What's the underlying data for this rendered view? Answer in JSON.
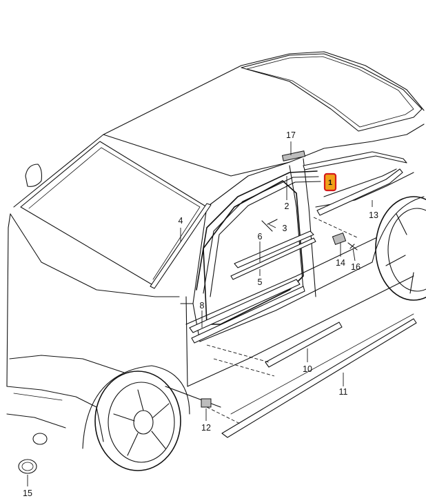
{
  "callouts": [
    {
      "id": "c1",
      "label": "1"
    },
    {
      "id": "c2",
      "label": "2"
    },
    {
      "id": "c3",
      "label": "3"
    },
    {
      "id": "c4",
      "label": "4"
    },
    {
      "id": "c5",
      "label": "5"
    },
    {
      "id": "c6",
      "label": "6"
    },
    {
      "id": "c8",
      "label": "8"
    },
    {
      "id": "c10",
      "label": "10"
    },
    {
      "id": "c11",
      "label": "11"
    },
    {
      "id": "c12",
      "label": "12"
    },
    {
      "id": "c13",
      "label": "13"
    },
    {
      "id": "c14",
      "label": "14"
    },
    {
      "id": "c15",
      "label": "15"
    },
    {
      "id": "c16",
      "label": "16"
    },
    {
      "id": "c17",
      "label": "17"
    }
  ],
  "highlight": {
    "label": "1",
    "fill": "#f0a21a",
    "border": "#d41a1a"
  }
}
